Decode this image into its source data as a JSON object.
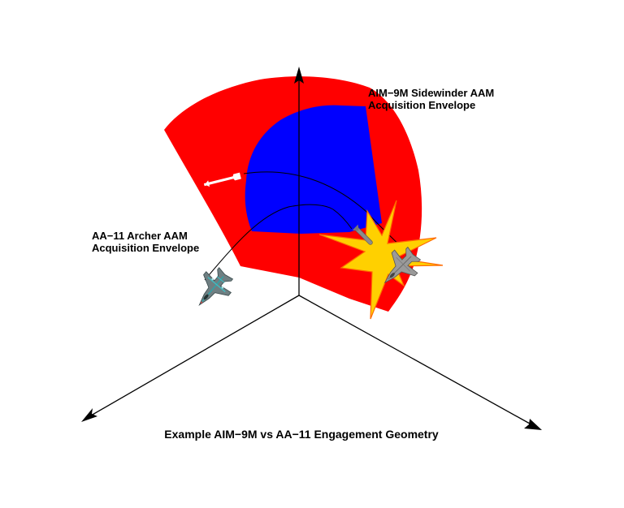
{
  "title": "Example AIM−9M vs AA−11 Engagement Geometry",
  "labels": {
    "aim9m": {
      "line1": "AIM−9M Sidewinder AAM",
      "line2": "Acquisition Envelope"
    },
    "aa11": {
      "line1": "AA−11 Archer AAM",
      "line2": "Acquisition Envelope"
    }
  },
  "colors": {
    "aa11_envelope": "#ff0000",
    "aim9m_envelope": "#0000ff",
    "explosion_fill": "#ffd000",
    "explosion_edge": "#ff6a00",
    "axes": "#000000",
    "trajectory": "#000000",
    "background": "#ffffff"
  },
  "elements": {
    "axes": [
      "vertical-axis",
      "left-axis",
      "right-axis"
    ],
    "envelopes": [
      "AA-11 Archer acquisition envelope (red)",
      "AIM-9M Sidewinder acquisition envelope (blue)"
    ],
    "aircraft": [
      "Su-27 style fighter (teal/grey, lower left)",
      "F/A-18 style fighter (grey, right, at explosion)"
    ],
    "missiles": [
      "AA-11 missile (white, in flight left)",
      "AIM-9M missile (grey, near explosion)"
    ],
    "effects": [
      "explosion starburst"
    ]
  }
}
